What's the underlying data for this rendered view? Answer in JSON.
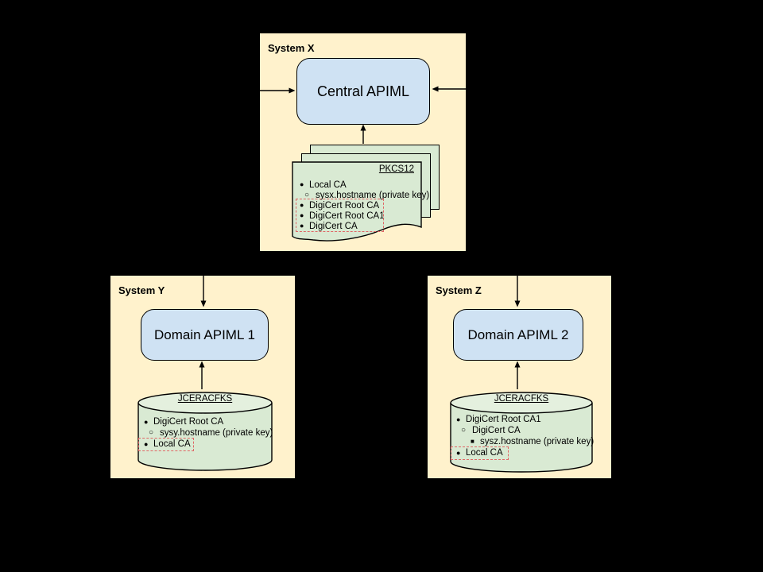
{
  "canvas": {
    "background": "#000000"
  },
  "colors": {
    "system_box_fill": "#FFF2CC",
    "apiml_node_fill": "#CFE2F3",
    "keystore_fill": "#D9EAD3",
    "keystore_top_fill": "#E4F0DE",
    "highlight_dash": "#E06666",
    "line": "#000000"
  },
  "bullets": {
    "1": "●",
    "2": "○",
    "3": "■"
  },
  "systems": {
    "x": {
      "title": "System X",
      "node_label": "Central APIML",
      "keystore_type": "PKCS12",
      "items": [
        {
          "level": 1,
          "label": "Local CA"
        },
        {
          "level": 2,
          "label": "sysx.hostname (private key)"
        },
        {
          "level": 1,
          "label": "DigiCert Root CA"
        },
        {
          "level": 1,
          "label": "DigiCert Root CA1"
        },
        {
          "level": 1,
          "label": "DigiCert CA"
        }
      ]
    },
    "y": {
      "title": "System Y",
      "node_label": "Domain APIML 1",
      "keystore_type": "JCERACFKS",
      "items": [
        {
          "level": 1,
          "label": "DigiCert Root CA"
        },
        {
          "level": 2,
          "label": "sysy.hostname (private key)"
        },
        {
          "level": 1,
          "label": "Local CA"
        }
      ]
    },
    "z": {
      "title": "System Z",
      "node_label": "Domain APIML 2",
      "keystore_type": "JCERACFKS",
      "items": [
        {
          "level": 1,
          "label": "DigiCert Root CA1"
        },
        {
          "level": 2,
          "label": "DigiCert CA"
        },
        {
          "level": 3,
          "label": "sysz.hostname (private key)"
        },
        {
          "level": 1,
          "label": "Local CA"
        }
      ]
    }
  }
}
